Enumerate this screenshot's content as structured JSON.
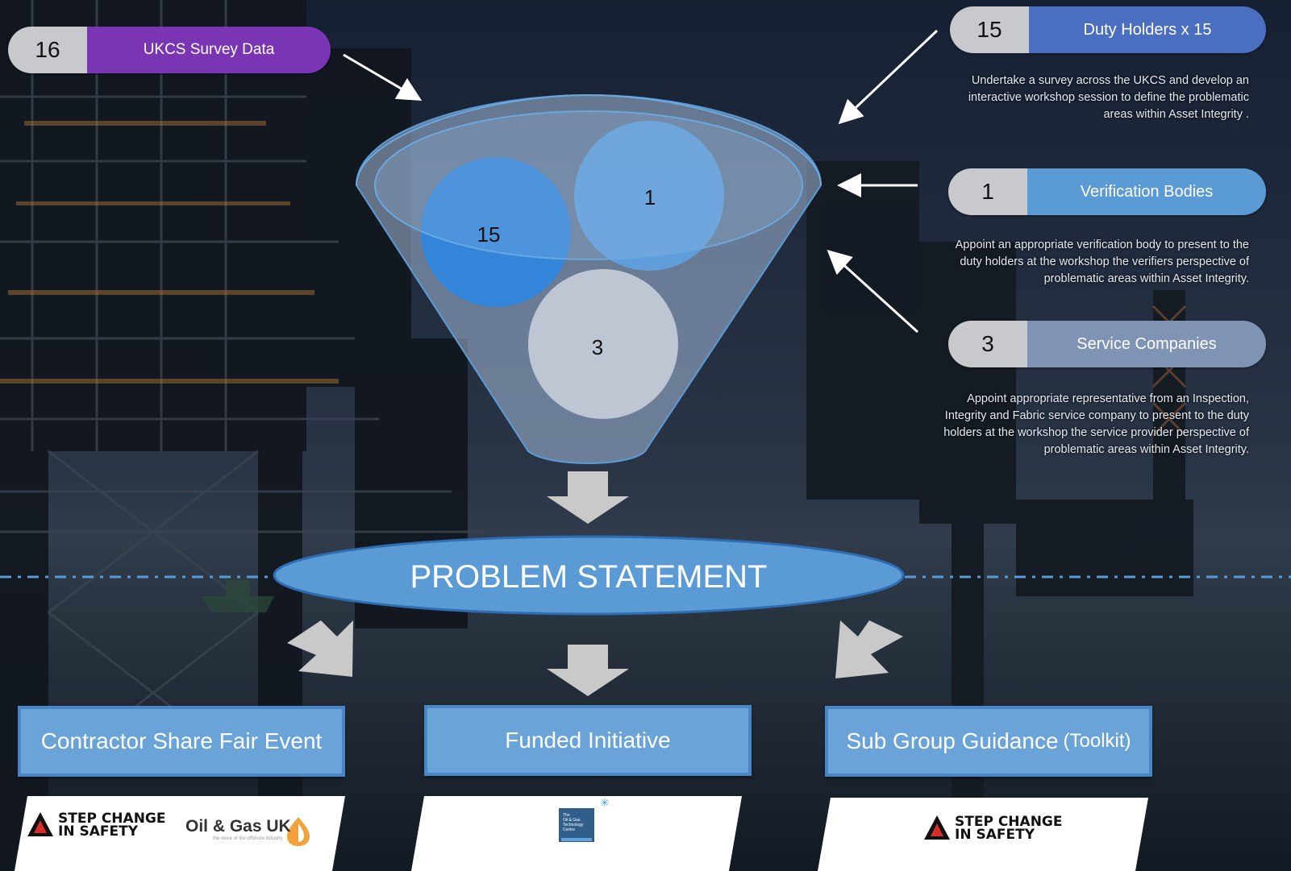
{
  "survey": {
    "count": "16",
    "label": "UKCS Survey Data"
  },
  "groups": [
    {
      "count": "15",
      "label": "Duty Holders x 15",
      "description": "Undertake  a survey across the UKCS  and develop an interactive workshop session to define the problematic areas within Asset Integrity ."
    },
    {
      "count": "1",
      "label": "Verification Bodies",
      "description": "Appoint an appropriate verification body to present  to the duty holders at the workshop the verifiers perspective of problematic areas within Asset Integrity."
    },
    {
      "count": "3",
      "label": "Service Companies",
      "description": "Appoint appropriate representative from an Inspection, Integrity and Fabric service company to present  to the duty holders at the workshop the service provider perspective of problematic areas within Asset Integrity."
    }
  ],
  "funnel": {
    "circles": [
      "15",
      "1",
      "3"
    ]
  },
  "problem_statement": "PROBLEM STATEMENT",
  "outcomes": [
    {
      "label": "Contractor Share Fair Event",
      "suffix": ""
    },
    {
      "label": "Funded Initiative",
      "suffix": ""
    },
    {
      "label": "Sub Group Guidance",
      "suffix": "(Toolkit)"
    }
  ],
  "logos": {
    "step_change_line1": "STEP CHANGE",
    "step_change_line2": "IN SAFETY",
    "oil_gas": "Oil & Gas UK",
    "oil_gas_tagline": "the voice of the offshore industry",
    "otc_lines": [
      "The",
      "Oil & Gas",
      "Technology",
      "Centre"
    ]
  },
  "colors": {
    "survey_accent": "#7a35b4",
    "duty_accent": "#4a6fc0",
    "verification_accent": "#5b9bd5",
    "service_accent": "#7f93b5",
    "box_fill": "#6aa3d7",
    "ellipse_fill": "#5b9bd5"
  }
}
